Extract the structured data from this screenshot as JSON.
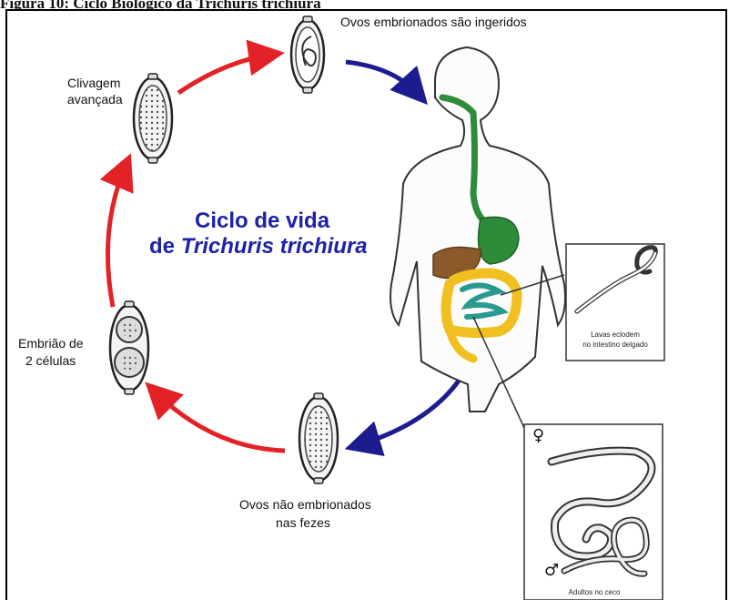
{
  "figure": {
    "caption": "Figura 10: Ciclo Biológico da Trichuris trichiura"
  },
  "diagram": {
    "title_line1": "Ciclo de vida",
    "title_line2_prefix": "de",
    "title_line2_species": "Trichuris trichiura",
    "labels": {
      "ingested": "Ovos embrionados são ingeridos",
      "advanced_cleavage_line1": "Clivagem",
      "advanced_cleavage_line2": "avançada",
      "two_cell_line1": "Embrião de",
      "two_cell_line2": "2 células",
      "feces_line1": "Ovos não embrionados",
      "feces_line2": "nas fezes",
      "larvae_line1": "Lavas eclodem",
      "larvae_line2": "no intestino delgado",
      "adults": "Adultos no ceco"
    },
    "symbols": {
      "female": "♀",
      "male": "♂"
    },
    "colors": {
      "red_arrow": "#e32227",
      "blue_arrow": "#1c1c8f",
      "title_blue": "#1d22a8",
      "esophagus_green": "#2e8b3a",
      "liver_brown": "#8a5a2b",
      "intestine_yellow": "#f0c020",
      "small_intestine_teal": "#2a9a8f"
    }
  }
}
